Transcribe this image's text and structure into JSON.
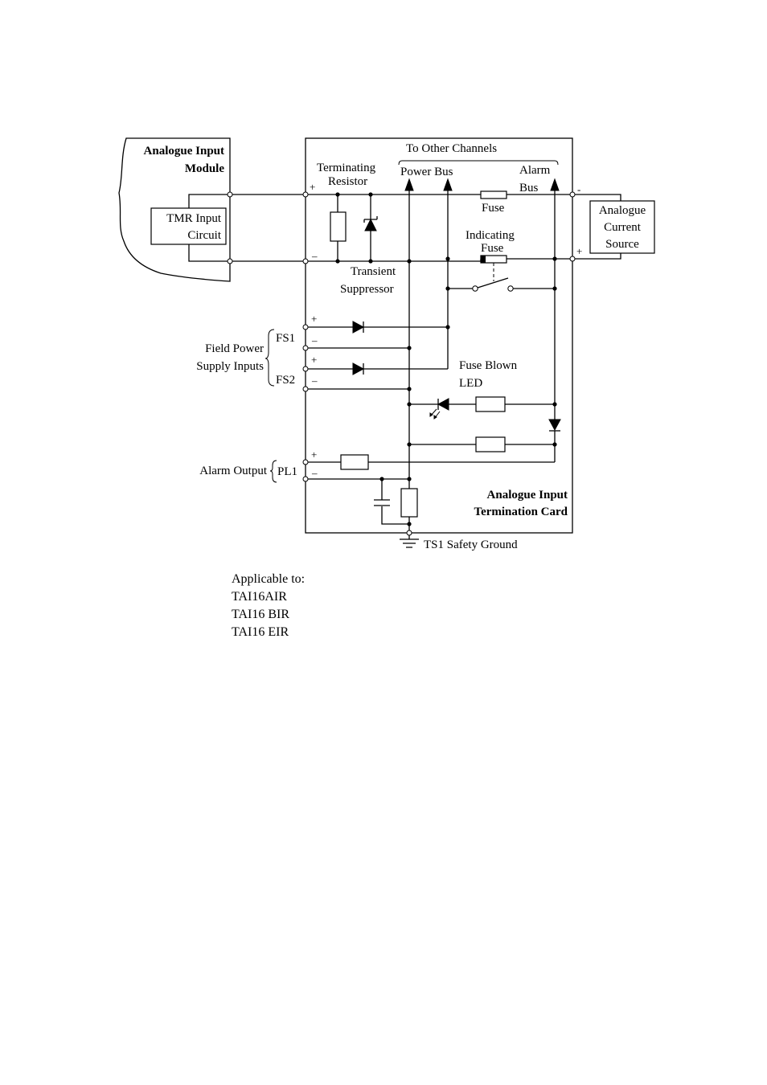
{
  "module": {
    "line1": "Analogue Input",
    "line2": "Module"
  },
  "tmr_circuit": {
    "line1": "TMR Input",
    "line2": "Circuit"
  },
  "termination_card": {
    "line1": "Analogue Input",
    "line2": "Termination Card"
  },
  "labels": {
    "to_other_channels": "To Other Channels",
    "terminating_resistor_1": "Terminating",
    "terminating_resistor_2": "Resistor",
    "power_bus": "Power Bus",
    "alarm_bus_1": "Alarm",
    "alarm_bus_2": "Bus",
    "fuse": "Fuse",
    "indicating_fuse_1": "Indicating",
    "indicating_fuse_2": "Fuse",
    "transient_suppressor_1": "Transient",
    "transient_suppressor_2": "Suppressor",
    "field_power_1": "Field Power",
    "field_power_2": "Supply Inputs",
    "fs1": "FS1",
    "fs2": "FS2",
    "fuse_blown_led_1": "Fuse Blown",
    "fuse_blown_led_2": "LED",
    "alarm_output": "Alarm Output",
    "pl1": "PL1",
    "safety_ground": "TS1 Safety Ground"
  },
  "source": {
    "line1": "Analogue",
    "line2": "Current",
    "line3": "Source"
  },
  "signs": {
    "plus": "+",
    "minus": "–",
    "minus_short": "-"
  },
  "applicable": {
    "heading": "Applicable to:",
    "items": [
      "TAI16AIR",
      "TAI16 BIR",
      "TAI16 EIR"
    ]
  }
}
